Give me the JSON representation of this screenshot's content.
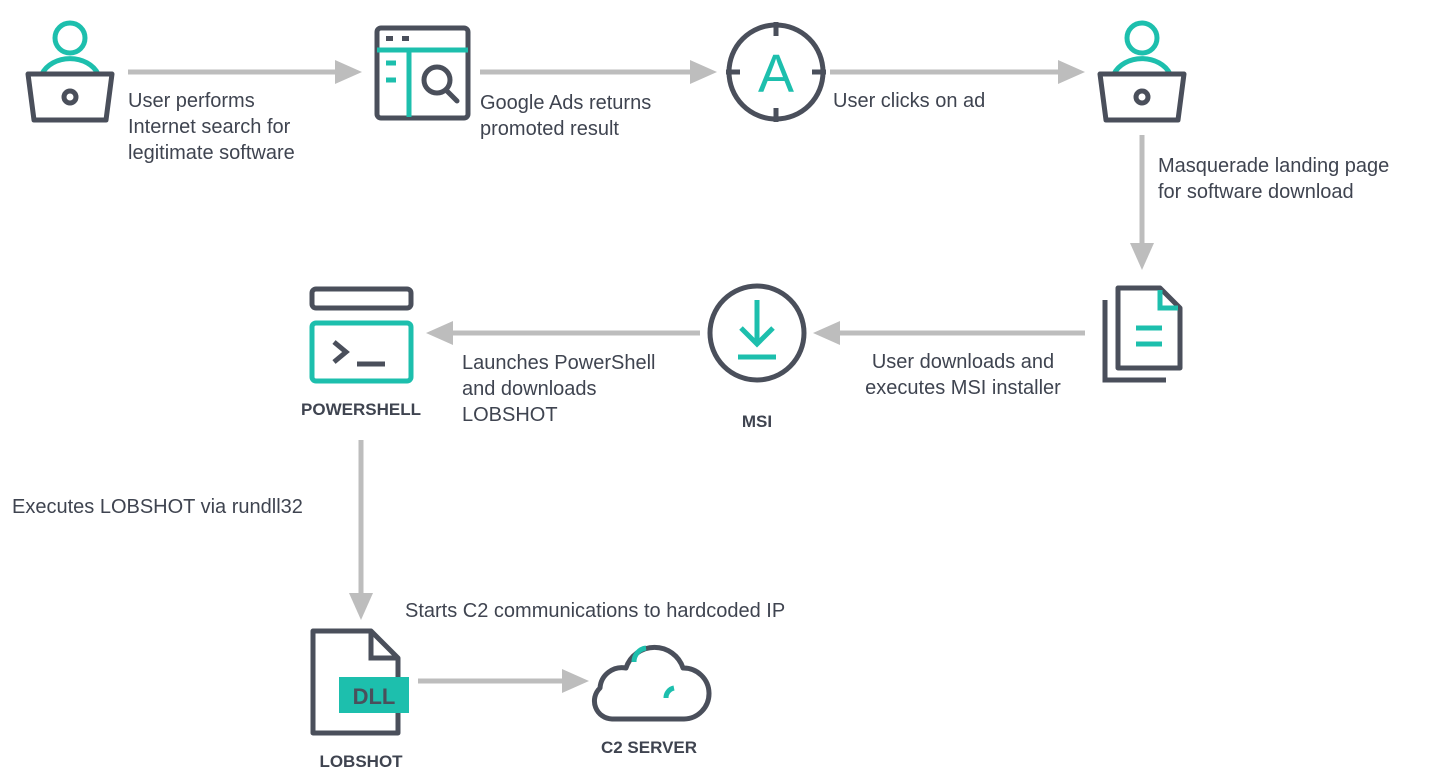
{
  "colors": {
    "accent": "#1dbfad",
    "icon": "#4a4f5b",
    "arrow": "#bdbdbd",
    "text": "#3f4450"
  },
  "steps": [
    {
      "lines": [
        "User performs",
        "Internet search for",
        "legitimate software"
      ]
    },
    {
      "lines": [
        "Google Ads returns",
        "promoted result"
      ]
    },
    {
      "lines": [
        "User clicks on ad"
      ]
    },
    {
      "lines": [
        "Masquerade landing page",
        "for software download"
      ]
    },
    {
      "lines": [
        "User downloads and",
        "executes MSI installer"
      ]
    },
    {
      "lines": [
        "Launches PowerShell",
        "and downloads",
        "LOBSHOT"
      ]
    },
    {
      "lines": [
        "Executes LOBSHOT via rundll32"
      ]
    },
    {
      "lines": [
        "Starts C2 communications to hardcoded IP"
      ]
    }
  ],
  "labels": {
    "msi": "MSI",
    "powershell": "POWERSHELL",
    "lobshot": "LOBSHOT",
    "c2": "C2 SERVER",
    "dll": "DLL",
    "ad_letter": "A"
  },
  "icons": [
    "user-laptop-icon",
    "browser-search-icon",
    "ad-target-icon",
    "user-laptop-icon",
    "documents-icon",
    "download-circle-icon",
    "powershell-terminal-icon",
    "dll-file-icon",
    "cloud-server-icon"
  ]
}
